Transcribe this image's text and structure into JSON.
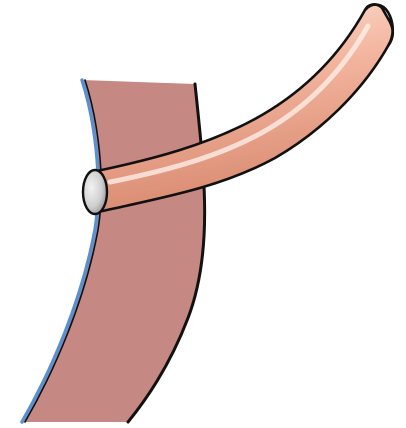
{
  "illustration": {
    "description_label": "",
    "colors": {
      "background": "#ffffff",
      "wall_fill": "#c58883",
      "wall_outline": "#111111",
      "wall_inner_edge": "#5b8fd0",
      "tube_fill": "#f3b49e",
      "tube_highlight": "#fde3d6",
      "tube_shadow": "#d88a70",
      "tube_outline": "#111111",
      "tube_end_fill": "#d9d9d9",
      "tube_end_shadow": "#8c8c8c"
    },
    "elements": [
      {
        "id": "wall-band",
        "icon": "tissue-band-shape"
      },
      {
        "id": "tube",
        "icon": "tube-shape"
      },
      {
        "id": "tube-end",
        "icon": "tube-cut-end-shape"
      }
    ]
  }
}
